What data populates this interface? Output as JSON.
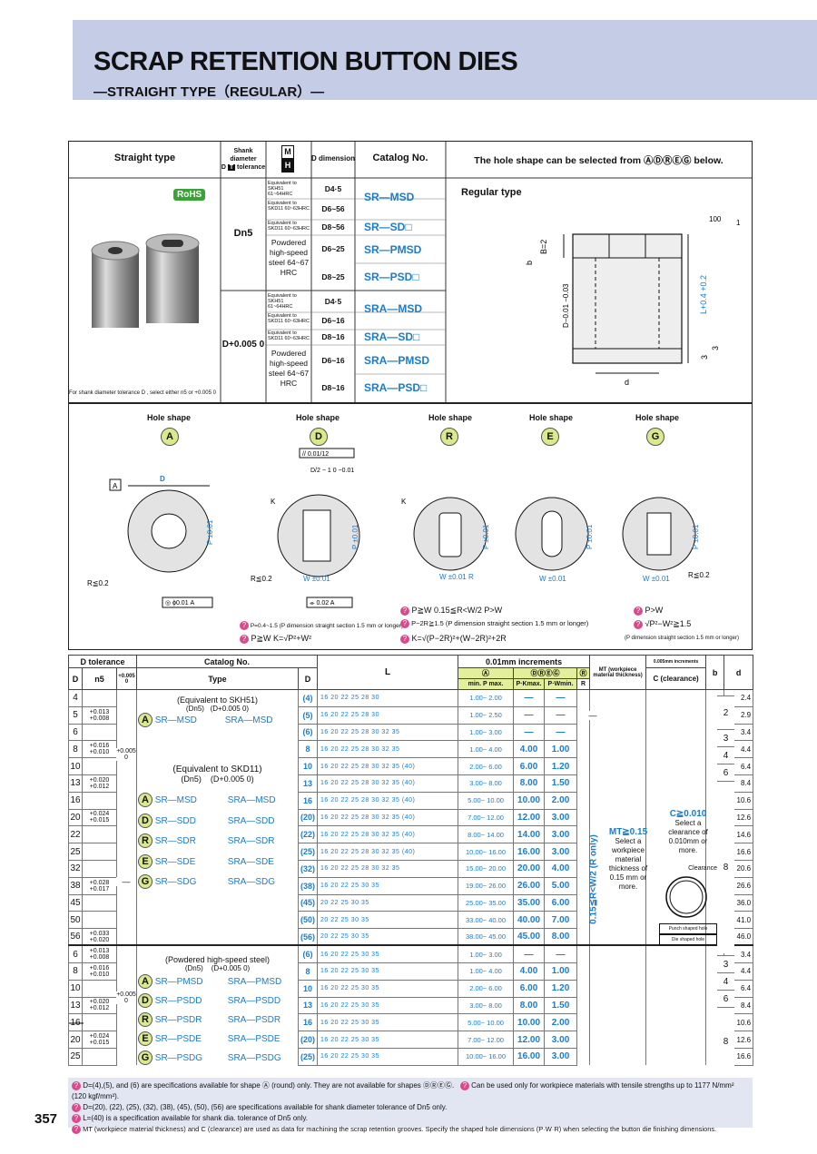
{
  "header": {
    "title": "SCRAP RETENTION BUTTON DIES",
    "subtitle": "—STRAIGHT TYPE（REGULAR）—"
  },
  "page_number": "357",
  "top_table": {
    "headers": [
      "Straight type",
      "Shank diameter D tolerance",
      "M H",
      "D dimension",
      "Catalog No.",
      "The hole shape can be selected from ⒶⒹⓇⒺⒼ below."
    ],
    "rohs": "RoHS",
    "group1": {
      "tolerance": "Dn5",
      "rows": [
        {
          "material": "Equivalent to SKH51 61~64HRC",
          "d": "D4·5",
          "catalog": "SR—MSD"
        },
        {
          "material": "Equivalent to SKD11 60~63HRC",
          "d": "D6~56",
          "catalog": ""
        },
        {
          "material": "Equivalent to SKD11 60~63HRC",
          "d": "D8~56",
          "catalog": "SR—SD□"
        },
        {
          "material": "Powdered high-speed steel 64~67 HRC",
          "d": "D6~25",
          "catalog": "SR—PMSD"
        },
        {
          "material": "",
          "d": "D8~25",
          "catalog": "SR—PSD□"
        }
      ]
    },
    "group2": {
      "tolerance": "D+0.005 0",
      "rows": [
        {
          "material": "Equivalent to SKH51 61~64HRC",
          "d": "D4·5",
          "catalog": "SRA—MSD"
        },
        {
          "material": "Equivalent to SKD11 60~63HRC",
          "d": "D6~16",
          "catalog": ""
        },
        {
          "material": "Equivalent to SKD11 60~63HRC",
          "d": "D8~16",
          "catalog": "SRA—SD□"
        },
        {
          "material": "Powdered high-speed steel 64~67 HRC",
          "d": "D6~16",
          "catalog": "SRA—PMSD"
        },
        {
          "material": "",
          "d": "D8~16",
          "catalog": "SRA—PSD□"
        }
      ]
    },
    "footnote": "For shank diameter tolerance D , select either n5 or +0.005 0",
    "regular_type": "Regular type"
  },
  "hole_shapes": [
    {
      "label": "Hole shape",
      "letter": "A"
    },
    {
      "label": "Hole shape",
      "letter": "D"
    },
    {
      "label": "Hole shape",
      "letter": "R"
    },
    {
      "label": "Hole shape",
      "letter": "E"
    },
    {
      "label": "Hole shape",
      "letter": "G"
    }
  ],
  "shape_notes": [
    "P=0.4~1.5 (P dimension straight section 1.5 mm or longer)",
    "P≧W K=√P²+W²",
    "P≧W 0.15≦R<W/2 P>W",
    "P−2R≧1.5 (P dimension straight section 1.5 mm or longer)",
    "K=√(P−2R)²+(W−2R)²+2R",
    "P>W",
    "√P²−W²≧1.5",
    "(P dimension straight section 1.5 mm or longer)"
  ],
  "main_table": {
    "headers": {
      "d_tol": "D tolerance",
      "d": "D",
      "n5": "n5",
      "plus": "+0.005 0",
      "catalog": "Catalog No.",
      "type": "Type",
      "dcol": "D",
      "l": "L",
      "inc001": "0.01mm increments",
      "inc0005": "0.005mm increments",
      "a": "Ⓐ",
      "dreg": "ⒹⓇⒺⒼ",
      "r": "Ⓡ",
      "minp": "min. P max.",
      "pk": "P·Kmax.",
      "pw": "P·Wmin.",
      "rcol": "R",
      "mt": "MT (workpiece material thickness)",
      "c": "C (clearance)",
      "b": "b",
      "dd": "d"
    },
    "rows": [
      [
        "4",
        "",
        "",
        "(4)",
        "16 20 22 25 28 30",
        "1.00~ 2.00",
        "—",
        "—",
        "2.4"
      ],
      [
        "5",
        "+0.013 +0.008",
        "",
        "(5)",
        "16 20 22 25 28 30",
        "1.00~ 2.50",
        "—",
        "—",
        "2.9"
      ],
      [
        "6",
        "",
        "",
        "(6)",
        "16 20 22 25 28 30 32 35",
        "1.00~ 3.00",
        "—",
        "—",
        "3.4"
      ],
      [
        "8",
        "+0.016 +0.010",
        "",
        "8",
        "16 20 22 25 28 30 32 35",
        "1.00~ 4.00",
        "4.00",
        "1.00",
        "4.4"
      ],
      [
        "10",
        "",
        "",
        "10",
        "16 20 22 25 28 30 32 35 (40)",
        "2.00~ 6.00",
        "6.00",
        "1.20",
        "6.4"
      ],
      [
        "13",
        "+0.020 +0.012",
        "",
        "13",
        "16 20 22 25 28 30 32 35 (40)",
        "3.00~ 8.00",
        "8.00",
        "1.50",
        "8.4"
      ],
      [
        "16",
        "",
        "",
        "16",
        "16 20 22 25 28 30 32 35 (40)",
        "5.00~ 10.00",
        "10.00",
        "2.00",
        "10.6"
      ],
      [
        "20",
        "+0.024 +0.015",
        "",
        "(20)",
        "16 20 22 25 28 30 32 35 (40)",
        "7.00~ 12.00",
        "12.00",
        "3.00",
        "12.6"
      ],
      [
        "22",
        "",
        "",
        "(22)",
        "16 20 22 25 28 30 32 35 (40)",
        "8.00~ 14.00",
        "14.00",
        "3.00",
        "14.6"
      ],
      [
        "25",
        "",
        "",
        "(25)",
        "16 20 22 25 28 30 32 35 (40)",
        "10.00~ 16.00",
        "16.00",
        "3.00",
        "16.6"
      ],
      [
        "32",
        "",
        "—",
        "(32)",
        "16 20 22 25 28 30 32 35",
        "15.00~ 20.00",
        "20.00",
        "4.00",
        "20.6"
      ],
      [
        "38",
        "+0.028 +0.017",
        "",
        "(38)",
        "16 20 22 25 30 35",
        "19.00~ 26.00",
        "26.00",
        "5.00",
        "26.6"
      ],
      [
        "45",
        "",
        "",
        "(45)",
        "20 22 25 30 35",
        "25.00~ 35.00",
        "35.00",
        "6.00",
        "36.0"
      ],
      [
        "50",
        "",
        "",
        "(50)",
        "20 22 25 30 35",
        "33.00~ 40.00",
        "40.00",
        "7.00",
        "41.0"
      ],
      [
        "56",
        "+0.033 +0.020",
        "",
        "(56)",
        "20 22 25 30 35",
        "38.00~ 45.00",
        "45.00",
        "8.00",
        "46.0"
      ],
      [
        "6",
        "+0.013 +0.008",
        "",
        "(6)",
        "16 20 22 25 30 35",
        "1.00~ 3.00",
        "—",
        "—",
        "3.4"
      ],
      [
        "8",
        "+0.016 +0.010",
        "",
        "8",
        "16 20 22 25 30 35",
        "1.00~ 4.00",
        "4.00",
        "1.00",
        "4.4"
      ],
      [
        "10",
        "",
        "",
        "10",
        "16 20 22 25 30 35",
        "2.00~ 6.00",
        "6.00",
        "1.20",
        "6.4"
      ],
      [
        "13",
        "+0.020 +0.012",
        "",
        "13",
        "16 20 22 25 30 35",
        "3.00~ 8.00",
        "8.00",
        "1.50",
        "8.4"
      ],
      [
        "16",
        "",
        "",
        "16",
        "16 20 22 25 30 35",
        "5.00~ 10.00",
        "10.00",
        "2.00",
        "10.6"
      ],
      [
        "20",
        "+0.024 +0.015",
        "",
        "(20)",
        "16 20 22 25 30 35",
        "7.00~ 12.00",
        "12.00",
        "3.00",
        "12.6"
      ],
      [
        "25",
        "",
        "",
        "(25)",
        "16 20 22 25 30 35",
        "10.00~ 16.00",
        "16.00",
        "3.00",
        "16.6"
      ]
    ],
    "b_values": [
      "2",
      "3",
      "4",
      "6",
      "8",
      "3",
      "4",
      "6",
      "8"
    ],
    "type_group1": {
      "equiv": "(Equivalent to SKH51)",
      "dn5": "(Dn5)",
      "dplus": "(D+0.005 0)",
      "letter": "A",
      "left": "SR—MSD",
      "right": "SRA—MSD"
    },
    "type_group2": {
      "equiv": "(Equivalent to SKD11)",
      "dn5": "(Dn5)",
      "dplus": "(D+0.005 0)",
      "items": [
        {
          "letter": "A",
          "left": "SR—MSD",
          "right": "SRA—MSD"
        },
        {
          "letter": "D",
          "left": "SR—SDD",
          "right": "SRA—SDD"
        },
        {
          "letter": "R",
          "left": "SR—SDR",
          "right": "SRA—SDR"
        },
        {
          "letter": "E",
          "left": "SR—SDE",
          "right": "SRA—SDE"
        },
        {
          "letter": "G",
          "left": "SR—SDG",
          "right": "SRA—SDG"
        }
      ]
    },
    "type_group3": {
      "equiv": "(Powdered high-speed steel)",
      "dn5": "(Dn5)",
      "dplus": "(D+0.005 0)",
      "items": [
        {
          "letter": "A",
          "left": "SR—PMSD",
          "right": "SRA—PMSD"
        },
        {
          "letter": "D",
          "left": "SR—PSDD",
          "right": "SRA—PSDD"
        },
        {
          "letter": "R",
          "left": "SR—PSDR",
          "right": "SRA—PSDR"
        },
        {
          "letter": "E",
          "left": "SR—PSDE",
          "right": "SRA—PSDE"
        },
        {
          "letter": "G",
          "left": "SR—PSDG",
          "right": "SRA—PSDG"
        }
      ]
    },
    "plus_label": "+0.005 0",
    "dash": "—",
    "r_vertical": "0.15≦R<W/2 (R only)",
    "mt": {
      "title": "MT≧0.15",
      "text": "Select a workpiece material thickness of 0.15 mm or more."
    },
    "c": {
      "title": "C≧0.010",
      "text": "Select a clearance of 0.010mm or more.",
      "clearance": "Clearance",
      "punch": "Punch shaped hole",
      "die": "Die shaped hole"
    }
  },
  "footnotes": [
    "D=(4),(5), and (6) are specifications available for shape Ⓐ (round) only. They are not available for shapes ⒹⓇⒺⒼ.",
    "Can be used only for workpiece materials with tensile strengths up to 1177 N/mm² (120 kgf/mm²).",
    "D=(20), (22), (25), (32), (38), (45), (50), (56) are specifications available for shank diameter tolerance of Dn5 only.",
    "L=(40) is a specification available for shank dia. tolerance of Dn5 only.",
    "MT (workpiece material thickness) and C (clearance) are used as data for machining the scrap retention grooves. Specify the shaped hole dimensions (P·W·R) when selecting the button die finishing dimensions."
  ]
}
